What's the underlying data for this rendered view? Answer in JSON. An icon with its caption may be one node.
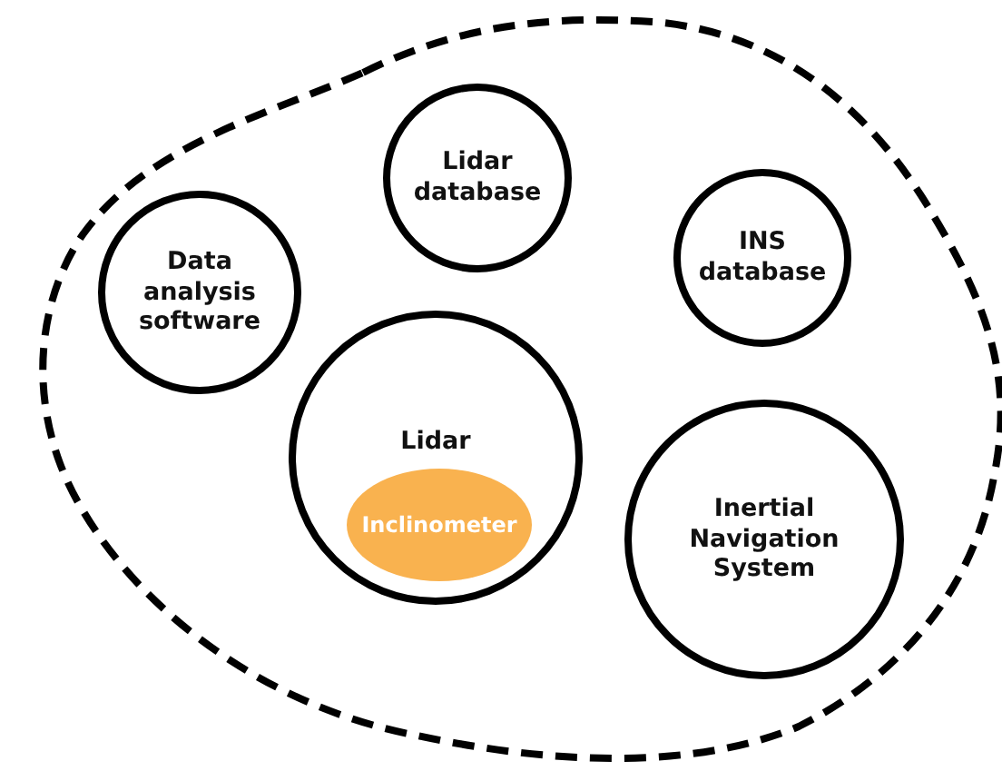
{
  "diagram": {
    "nodes": [
      {
        "text": [],
        "shape": "cloud"
      },
      {
        "text": [
          "Lidar database"
        ],
        "in": 0
      },
      {
        "text": [
          "Data analysis software"
        ],
        "in": 0
      },
      {
        "text": [
          "INS database"
        ],
        "in": 0
      },
      {
        "text": [
          "Lidar"
        ],
        "in": 0
      },
      {
        "text": [
          "Inclinometer"
        ],
        "in": 4
      },
      {
        "text": [
          "Inertial Navigation System"
        ],
        "in": 0
      }
    ]
  }
}
